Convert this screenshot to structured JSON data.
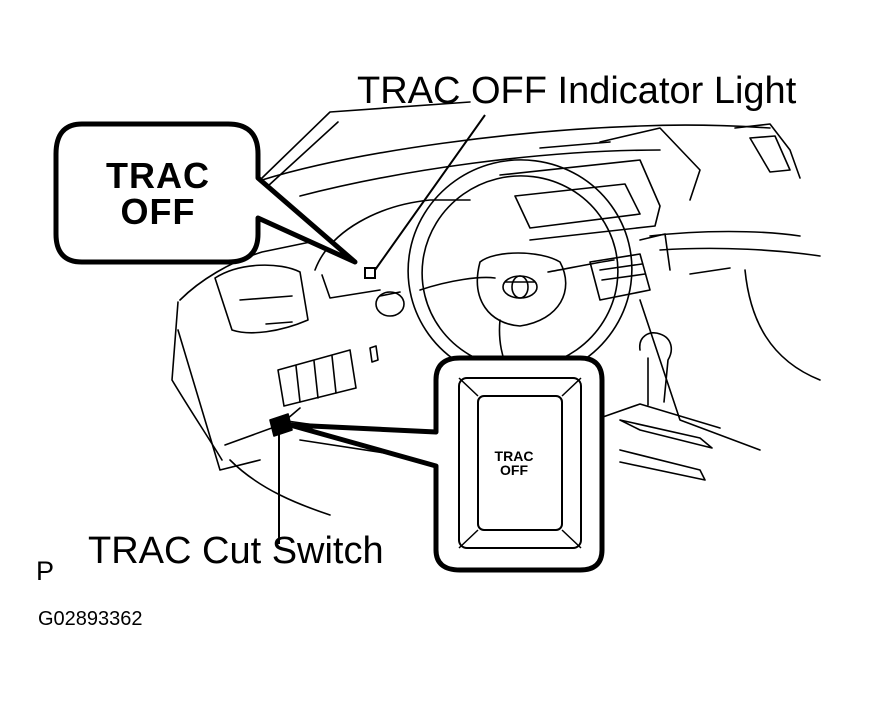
{
  "labels": {
    "indicator_light": "TRAC OFF Indicator Light",
    "cut_switch": "TRAC Cut Switch",
    "view_letter": "P",
    "figure_code": "G02893362"
  },
  "indicator_callout": {
    "line1": "TRAC",
    "line2": "OFF"
  },
  "switch_callout": {
    "line1": "TRAC",
    "line2": "OFF"
  }
}
